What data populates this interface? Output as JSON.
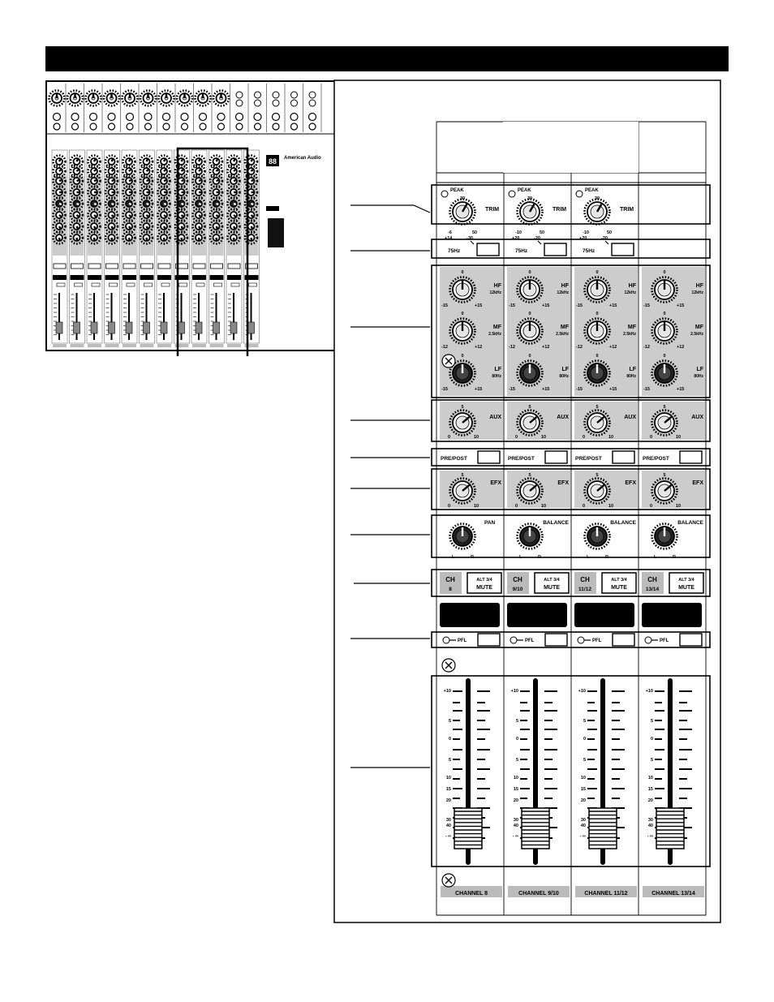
{
  "mixer": {
    "brand": "American Audio",
    "model_display": "88"
  },
  "labels": {
    "peak": "PEAK",
    "trim": "TRIM",
    "trim_mono_scale": [
      "30",
      "-6",
      "50",
      "+14",
      "-30"
    ],
    "trim_stereo_scale": [
      "30",
      "-10",
      "50",
      "+20",
      "-20"
    ],
    "lowcut": "75Hz",
    "hf": "HF",
    "hf_freq": "12kHz",
    "mf": "MF",
    "mf_freq": "2.5kHz",
    "lf": "LF",
    "lf_freq": "80Hz",
    "eq_hf_lf_scale": [
      "0",
      "-15",
      "+15"
    ],
    "eq_mf_scale": [
      "0",
      "-12",
      "+12"
    ],
    "aux": "AUX",
    "send_scale": [
      "5",
      "0",
      "10"
    ],
    "prepost": "PRE/POST",
    "efx": "EFX",
    "pan": "PAN",
    "balance": "BALANCE",
    "lr": [
      "L",
      "R"
    ],
    "alt_mute_1": "ALT 3/4",
    "alt_mute_2": "MUTE",
    "pfl": "PFL",
    "fader_scale": [
      "+10",
      "5",
      "0",
      "5",
      "10",
      "15",
      "20",
      "30",
      "40",
      "- ∞"
    ]
  },
  "channels": [
    {
      "ch_top": "CH",
      "ch_num": "8",
      "name": "CHANNEL 8",
      "type": "mono"
    },
    {
      "ch_top": "CH",
      "ch_num": "9/10",
      "name": "CHANNEL 9/10",
      "type": "stereo"
    },
    {
      "ch_top": "CH",
      "ch_num": "11/12",
      "name": "CHANNEL 11/12",
      "type": "stereo"
    },
    {
      "ch_top": "CH",
      "ch_num": "13/14",
      "name": "CHANNEL 13/14",
      "type": "stereo"
    }
  ]
}
